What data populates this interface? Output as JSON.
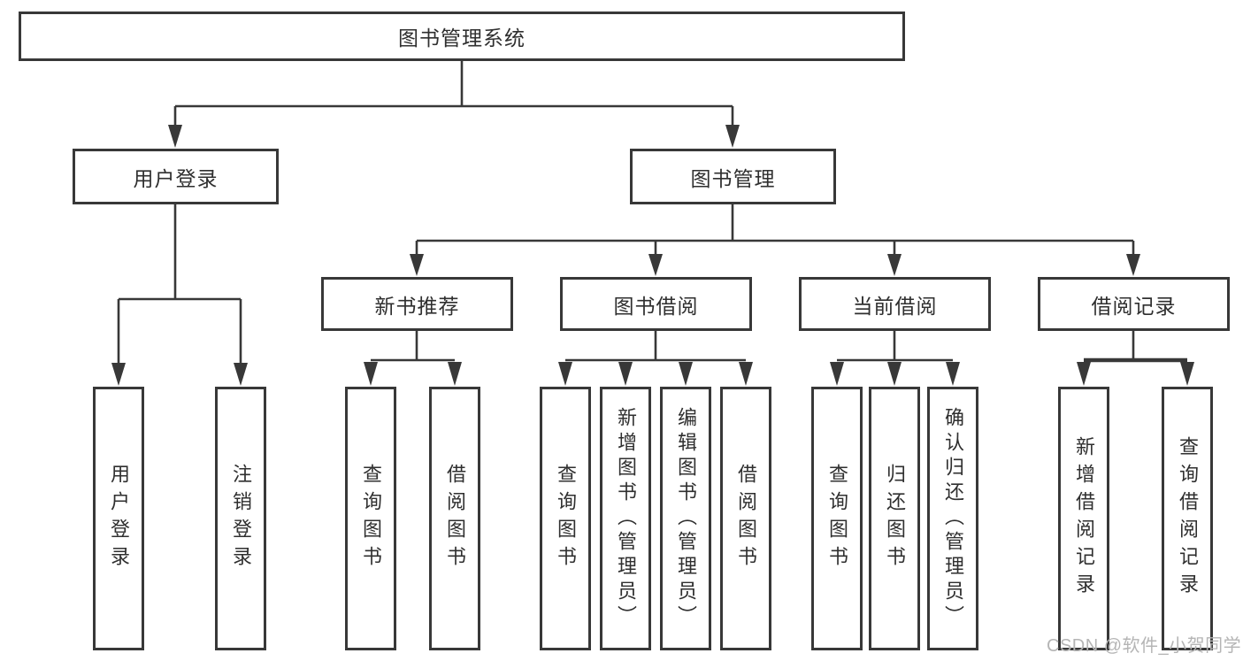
{
  "diagram_title": "图书管理系统",
  "nodes": {
    "root": "图书管理系统",
    "user_login": "用户登录",
    "book_mgmt": "图书管理",
    "new_books": "新书推荐",
    "book_borrow": "图书借阅",
    "current_borrow": "当前借阅",
    "borrow_records": "借阅记录",
    "leaf_user_login": "用户登录",
    "leaf_logout": "注销登录",
    "nb_query": "查询图书",
    "nb_borrow": "借阅图书",
    "bb_query": "查询图书",
    "bb_add": "新增图书（管理员）",
    "bb_edit": "编辑图书（管理员）",
    "bb_borrow": "借阅图书",
    "cb_query": "查询图书",
    "cb_return": "归还图书",
    "cb_confirm": "确认归还（管理员）",
    "br_add": "新增借阅记录",
    "br_query": "查询借阅记录"
  },
  "hierarchy": {
    "图书管理系统": {
      "用户登录": [
        "用户登录",
        "注销登录"
      ],
      "图书管理": {
        "新书推荐": [
          "查询图书",
          "借阅图书"
        ],
        "图书借阅": [
          "查询图书",
          "新增图书（管理员）",
          "编辑图书（管理员）",
          "借阅图书"
        ],
        "当前借阅": [
          "查询图书",
          "归还图书",
          "确认归还（管理员）"
        ],
        "借阅记录": [
          "新增借阅记录",
          "查询借阅记录"
        ]
      }
    }
  },
  "watermark": "CSDN @软件_小贺同学",
  "colors": {
    "line": "#383838",
    "text": "#2f2f2f",
    "background": "#ffffff",
    "watermark": "#b5b5b5"
  }
}
